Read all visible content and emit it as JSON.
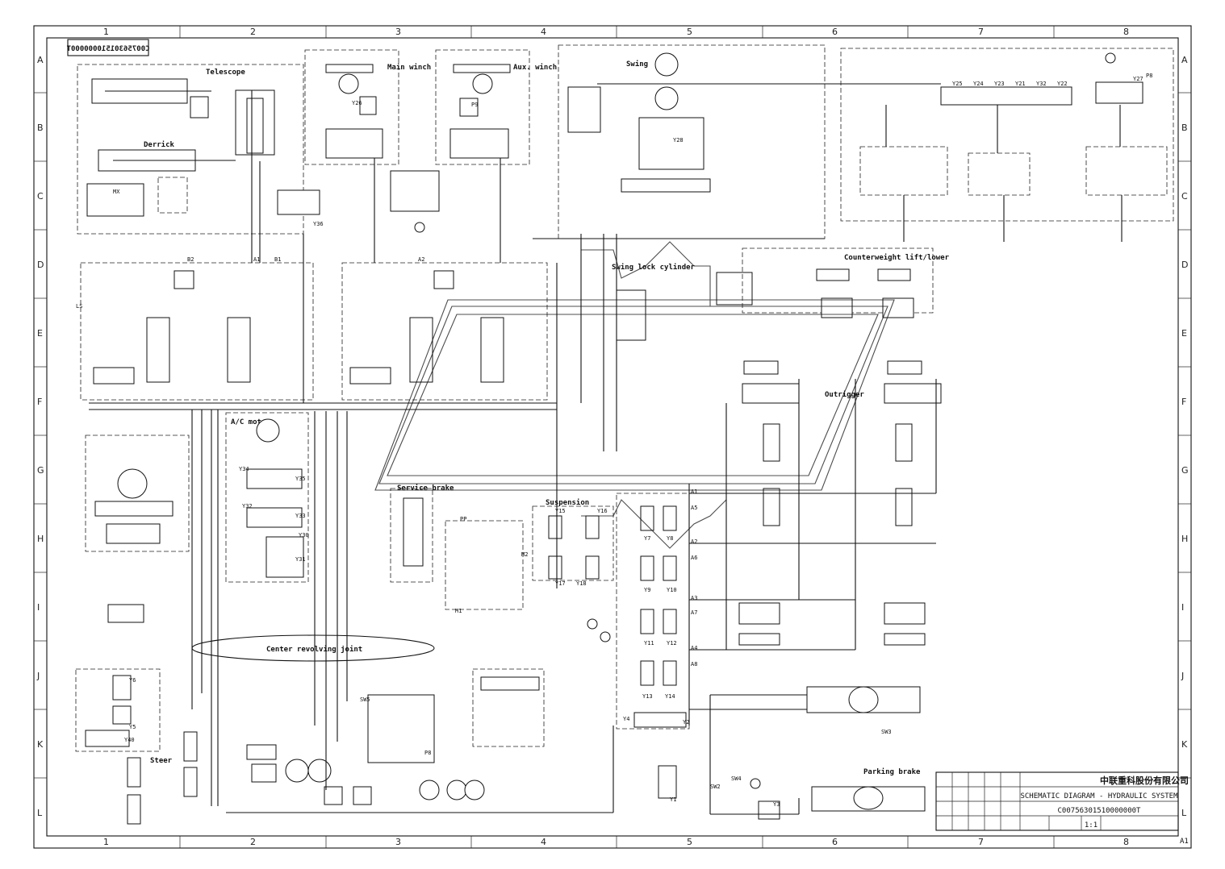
{
  "drawing_number_top": "C00756301510000000T",
  "grid": {
    "columns": [
      "1",
      "2",
      "3",
      "4",
      "5",
      "6",
      "7",
      "8"
    ],
    "rows": [
      "A",
      "B",
      "C",
      "D",
      "E",
      "F",
      "G",
      "H",
      "I",
      "J",
      "K",
      "L"
    ]
  },
  "sections": {
    "telescope": "Telescope",
    "derrick": "Derrick",
    "main_winch": "Main winch",
    "aux_winch": "Aux. winch",
    "swing": "Swing",
    "swing_lock_cylinder": "Swing lock cylinder",
    "counterweight": "Counterweight lift/lower",
    "outrigger": "Outrigger",
    "ac_motor": "A/C motor",
    "service_brake": "Service brake",
    "suspension": "Suspension",
    "center_revolving_joint": "Center revolving joint",
    "steer": "Steer",
    "parking_brake": "Parking brake"
  },
  "valve_labels": {
    "y25": "Y25",
    "y24": "Y24",
    "y23": "Y23",
    "y21": "Y21",
    "y32": "Y32",
    "y22": "Y22",
    "y27": "Y27",
    "y26": "Y26",
    "y28": "Y28",
    "y30": "Y30",
    "y31": "Y31",
    "y33": "Y33",
    "y34": "Y34",
    "y35": "Y35",
    "y32b": "Y32",
    "y15": "Y15",
    "y16": "Y16",
    "y17": "Y17",
    "y18": "Y18",
    "y7": "Y7",
    "y8": "Y8",
    "y9": "Y9",
    "y10": "Y10",
    "y11": "Y11",
    "y12": "Y12",
    "y13": "Y13",
    "y14": "Y14",
    "y4": "Y4",
    "y2": "Y2",
    "y1": "Y1",
    "y3": "Y3",
    "y5": "Y5",
    "y6": "Y6",
    "y40": "Y40",
    "y36": "Y36"
  },
  "port_labels": {
    "a1": "A1",
    "a2": "A2",
    "a3": "A3",
    "a4": "A4",
    "a5": "A5",
    "a6": "A6",
    "a7": "A7",
    "a8": "A8",
    "b1": "B1",
    "b2": "B2",
    "p8": "P8",
    "p9": "P9",
    "m1": "M1",
    "m2": "M2",
    "sw5": "SW5",
    "sw2": "SW2",
    "sw3": "SW3",
    "sw4": "SW4",
    "ls": "LS",
    "mx": "MX",
    "pp": "PP"
  },
  "title_block": {
    "company": "中联重科股份有限公司",
    "drawing_title": "SCHEMATIC DIAGRAM - HYDRAULIC SYSTEM",
    "drawing_number": "C00756301510000000T",
    "scale": "1:1",
    "sheet_size": "A1"
  }
}
